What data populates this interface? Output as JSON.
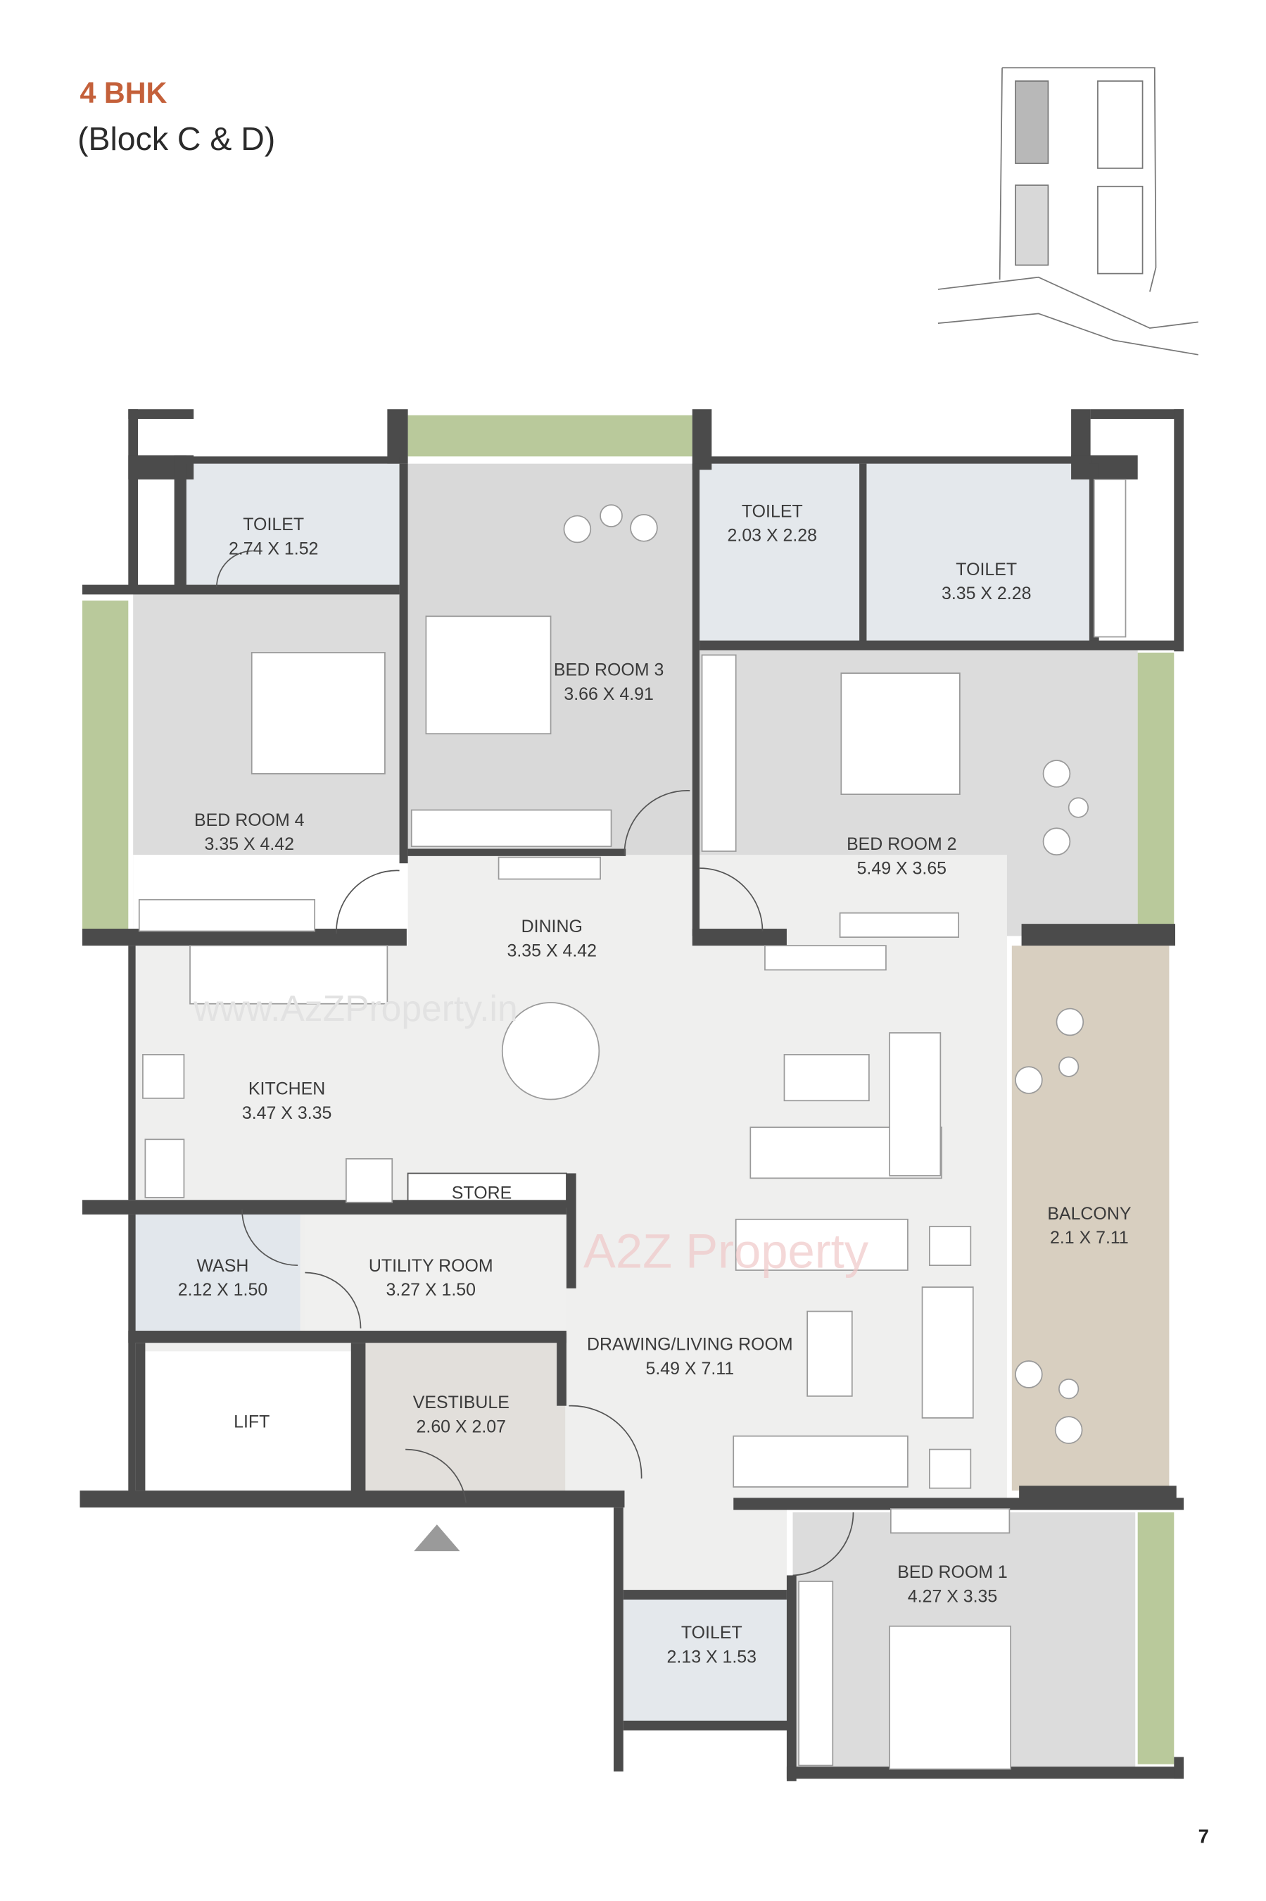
{
  "header": {
    "title": "4 BHK",
    "subtitle": "(Block C & D)"
  },
  "colors": {
    "title": "#c4603a",
    "wall": "#4b4b4b",
    "bedroom": "#dcdcdc",
    "toilet": "#e4e8ec",
    "living": "#efefee",
    "balcony": "#d8cfc0",
    "green_planter": "#b9c99b",
    "vestibule": "#e2dfdb"
  },
  "rooms": [
    {
      "name": "TOILET",
      "size": "2.74 X 1.52"
    },
    {
      "name": "BED ROOM 3",
      "size": "3.66 X 4.91"
    },
    {
      "name": "TOILET",
      "size": "2.03 X 2.28"
    },
    {
      "name": "TOILET",
      "size": "3.35 X 2.28"
    },
    {
      "name": "BED ROOM 4",
      "size": "3.35 X 4.42"
    },
    {
      "name": "BED ROOM 2",
      "size": "5.49 X 3.65"
    },
    {
      "name": "DINING",
      "size": "3.35 X 4.42"
    },
    {
      "name": "KITCHEN",
      "size": "3.47 X 3.35"
    },
    {
      "name": "STORE",
      "size": ""
    },
    {
      "name": "BALCONY",
      "size": "2.1 X 7.11"
    },
    {
      "name": "WASH",
      "size": "2.12 X 1.50"
    },
    {
      "name": "UTILITY ROOM",
      "size": "3.27 X 1.50"
    },
    {
      "name": "DRAWING/LIVING ROOM",
      "size": "5.49 X 7.11"
    },
    {
      "name": "LIFT",
      "size": ""
    },
    {
      "name": "VESTIBULE",
      "size": "2.60 X 2.07"
    },
    {
      "name": "BED ROOM 1",
      "size": "4.27 X 3.35"
    },
    {
      "name": "TOILET",
      "size": "2.13 X 1.53"
    }
  ],
  "watermarks": {
    "url": "www.AzZProperty.in",
    "logo": "A2Z Property"
  },
  "entrance_icon": "triangle-up-icon",
  "page_number": "7"
}
